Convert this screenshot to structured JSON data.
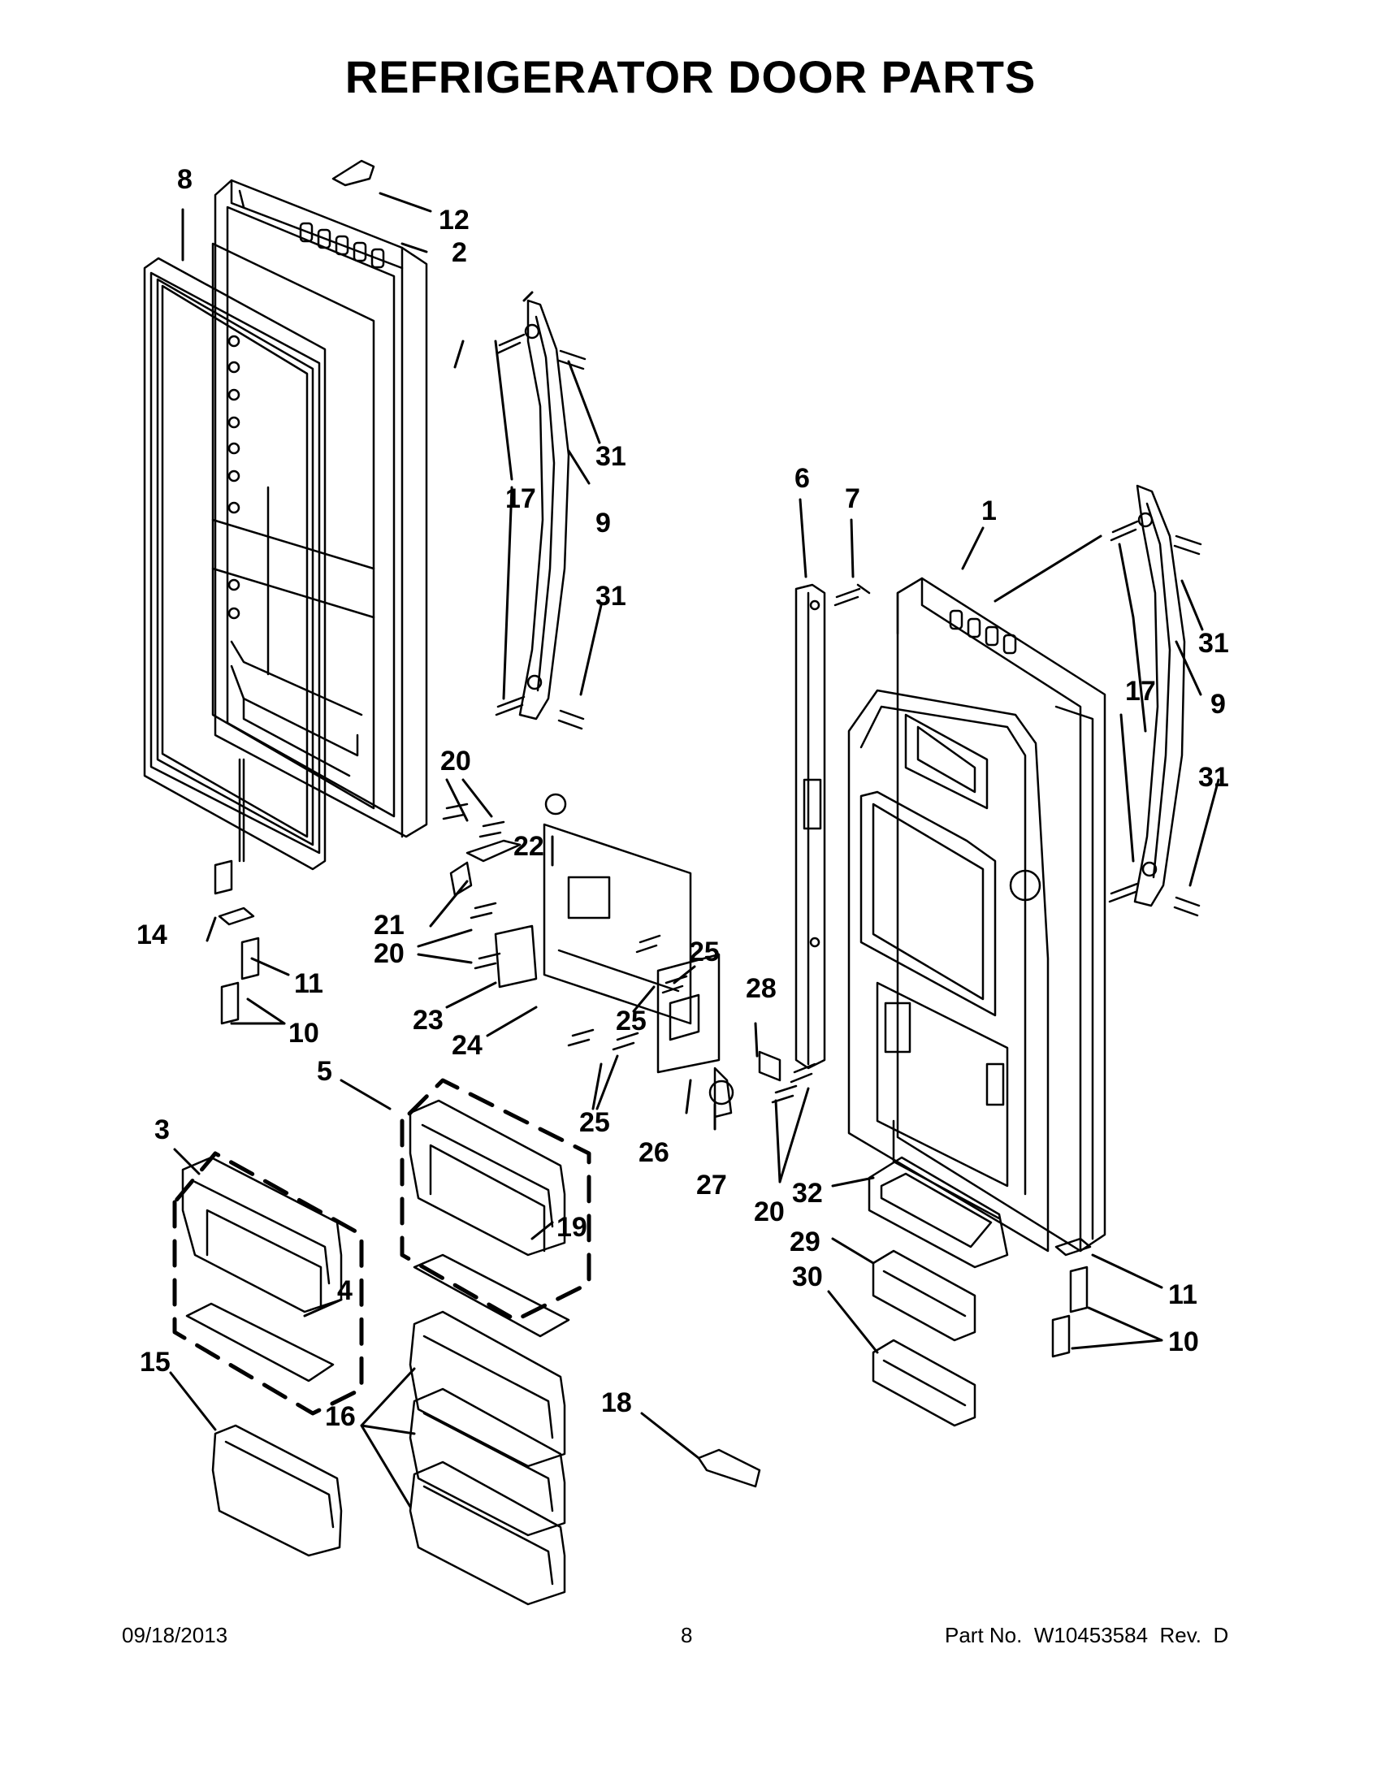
{
  "title": "REFRIGERATOR DOOR PARTS",
  "footer": {
    "date": "09/18/2013",
    "page": "8",
    "part_number": "Part No.  W10453584  Rev.  D"
  },
  "callouts": [
    "8",
    "12",
    "2",
    "31",
    "17",
    "9",
    "31",
    "6",
    "7",
    "1",
    "31",
    "17",
    "9",
    "31",
    "20",
    "22",
    "21",
    "20",
    "25",
    "14",
    "11",
    "23",
    "24",
    "25",
    "28",
    "10",
    "5",
    "25",
    "3",
    "26",
    "27",
    "20",
    "32",
    "19",
    "29",
    "4",
    "11",
    "30",
    "10",
    "15",
    "18",
    "16"
  ]
}
